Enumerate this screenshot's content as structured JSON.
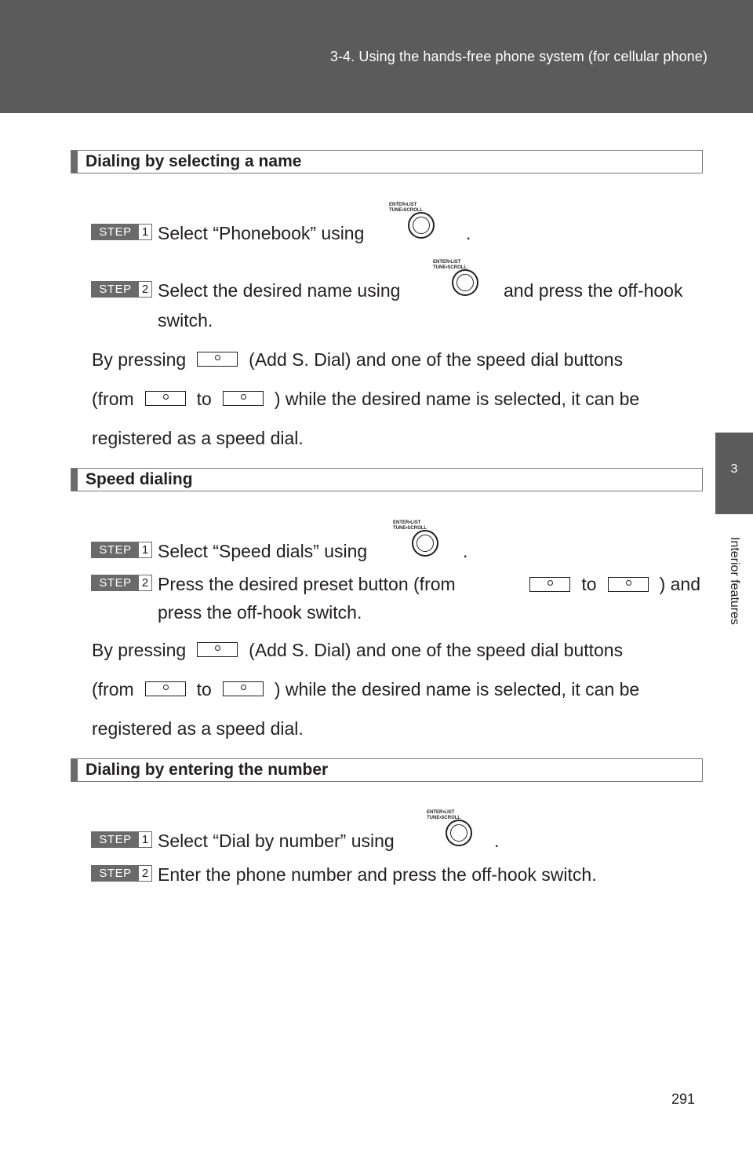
{
  "header": {
    "title": "3-4. Using the hands-free phone system (for cellular phone)"
  },
  "side_tab": {
    "number": "3",
    "label": "Interior features"
  },
  "knob": {
    "line1": "ENTER•LIST",
    "line2": "TUNE•SCROLL"
  },
  "step_word": "STEP",
  "sections": [
    {
      "title": "Dialing by selecting a name",
      "steps": [
        {
          "num": "1",
          "before": "Select “Phonebook” using",
          "after": "."
        },
        {
          "num": "2",
          "before": "Select the desired name using",
          "after": "and press the off-hook",
          "cont": "switch."
        }
      ],
      "note": {
        "by_pressing": "By pressing",
        "add": "(Add S. Dial) and one of the speed dial buttons",
        "from": "(from",
        "to": "to",
        "while": ") while the desired name is selected, it can be",
        "end": "registered as a speed dial."
      }
    },
    {
      "title": "Speed dialing",
      "steps": [
        {
          "num": "1",
          "before": "Select “Speed dials” using",
          "after": "."
        },
        {
          "num": "2",
          "before": "Press the desired preset button (from",
          "to": "to",
          "after": ") and",
          "cont": "press the off-hook switch."
        }
      ],
      "note": {
        "by_pressing": "By pressing",
        "add": "(Add S. Dial) and one of the speed dial buttons",
        "from": "(from",
        "to": "to",
        "while": ") while the desired name is selected, it can be",
        "end": "registered as a speed dial."
      }
    },
    {
      "title": "Dialing by entering the number",
      "steps": [
        {
          "num": "1",
          "before": "Select “Dial by number” using",
          "after": "."
        },
        {
          "num": "2",
          "before": "Enter the phone number and press the off-hook switch."
        }
      ]
    }
  ],
  "page_number": "291"
}
